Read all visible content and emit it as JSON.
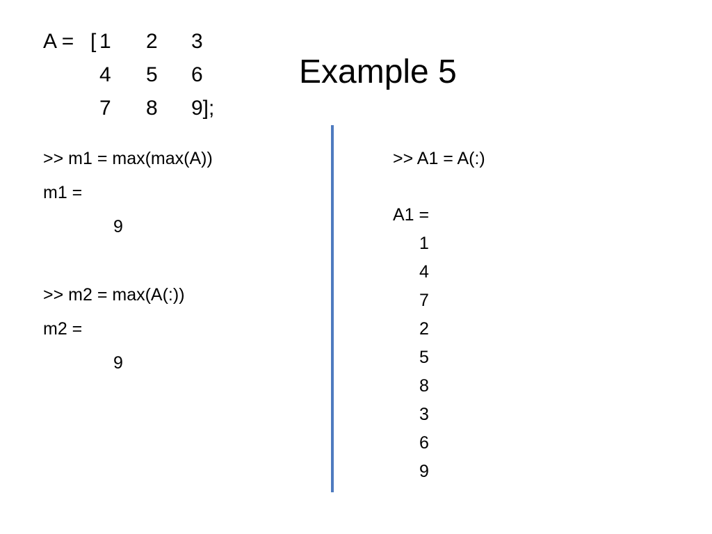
{
  "slide": {
    "title": "Example 5",
    "matrix": {
      "label": "A =",
      "open_bracket": "[",
      "rows": [
        [
          "1",
          "2",
          "3"
        ],
        [
          "4",
          "5",
          "6"
        ],
        [
          "7",
          "8",
          "9];"
        ]
      ]
    },
    "left": {
      "cmd1": ">> m1 = max(max(A))",
      "out1_label": "m1 =",
      "out1_value": "9",
      "cmd2": ">> m2 = max(A(:))",
      "out2_label": "m2 =",
      "out2_value": "9"
    },
    "right": {
      "cmd": ">> A1 = A(:)",
      "out_label": "A1 =",
      "values": [
        "1",
        "4",
        "7",
        "2",
        "5",
        "8",
        "3",
        "6",
        "9"
      ]
    },
    "colors": {
      "divider": "#4f7bbf"
    }
  }
}
